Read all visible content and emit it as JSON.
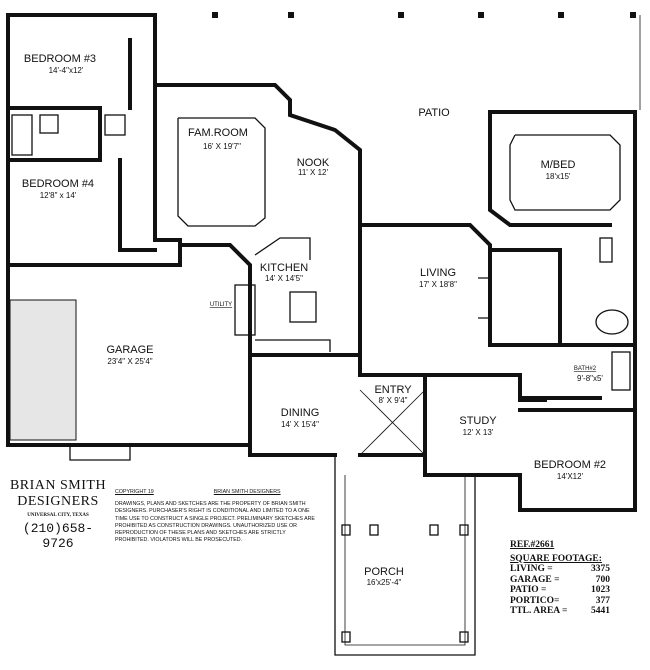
{
  "rooms": {
    "bedroom3": {
      "name": "BEDROOM #3",
      "size": "14'-4\"x12'"
    },
    "bedroom4": {
      "name": "BEDROOM #4",
      "size": "12'8\" x 14'"
    },
    "fam_room": {
      "name": "FAM.ROOM",
      "size": "16' X 19'7\""
    },
    "nook": {
      "name": "NOOK",
      "size": "11' X 12'"
    },
    "patio": {
      "name": "PATIO"
    },
    "mbed": {
      "name": "M/BED",
      "size": "18'x15'"
    },
    "kitchen": {
      "name": "KITCHEN",
      "size": "14' X 14'5\""
    },
    "utility": {
      "name": "UTILITY"
    },
    "living": {
      "name": "LIVING",
      "size": "17' X 18'8\""
    },
    "garage": {
      "name": "GARAGE",
      "size": "23'4\" X 25'4\""
    },
    "dining": {
      "name": "DINING",
      "size": "14' X 15'4\""
    },
    "entry": {
      "name": "ENTRY",
      "size": "8' X 9'4\""
    },
    "study": {
      "name": "STUDY",
      "size": "12' X 13'"
    },
    "bath2": {
      "name": "BATH#2",
      "size": "9'-8\"x5'"
    },
    "bedroom2": {
      "name": "BEDROOM #2",
      "size": "14'X12'"
    },
    "porch": {
      "name": "PORCH",
      "size": "16'x25'-4\""
    }
  },
  "designer": {
    "name_line1": "BRIAN SMITH",
    "name_line2": "DESIGNERS",
    "city": "UNIVERSAL CITY, TEXAS",
    "phone": "(210)658-9726"
  },
  "legal": {
    "copyright": "COPYRIGHT 19",
    "copyright_holder": "BRIAN SMITH DESIGNERS",
    "notice": "DRAWINGS, PLANS AND SKETCHES ARE THE PROPERTY OF BRIAN SMITH DESIGNERS. PURCHASER'S RIGHT IS CONDITIONAL AND LIMITED TO A ONE TIME USE TO CONSTRUCT A SINGLE PROJECT. PRELIMINARY SKETCHES ARE PROHIBITED AS CONSTRUCTION DRAWINGS. UNAUTHORIZED USE OR REPRODUCTION OF THESE PLANS AND SKETCHES ARE STRICTLY PROHIBITED. VIOLATORS WILL BE PROSECUTED."
  },
  "summary": {
    "ref": "REF.#2661",
    "heading": "SQUARE FOOTAGE:",
    "rows": [
      {
        "label": "LIVING =",
        "value": "3375"
      },
      {
        "label": "GARAGE =",
        "value": "700"
      },
      {
        "label": "PATIO =",
        "value": "1023"
      },
      {
        "label": "PORTICO=",
        "value": "377"
      },
      {
        "label": "TTL. AREA =",
        "value": "5441"
      }
    ]
  }
}
